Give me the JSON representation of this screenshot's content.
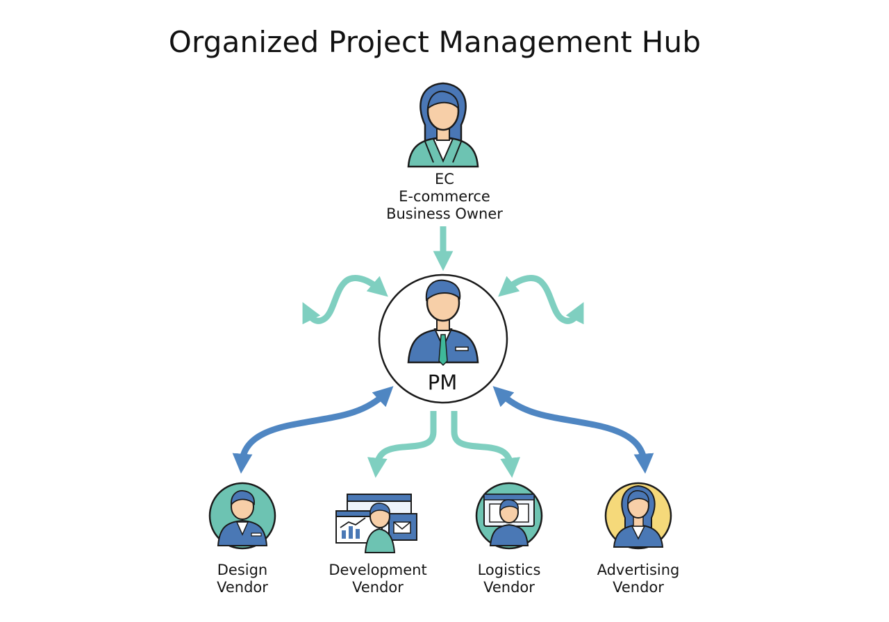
{
  "title": "Organized Project Management Hub",
  "colors": {
    "teal_arrow": "#7fcfc0",
    "blue_arrow": "#4f86c2",
    "suit_blue": "#4a78b5",
    "teal_fill": "#6dc3b2",
    "yellow_fill": "#f5d97a",
    "skin": "#f7cfa8",
    "hair": "#4a77b6",
    "outline": "#1a1a1a"
  },
  "owner": {
    "line1": "EC",
    "line2": "E-commerce",
    "line3": "Business Owner"
  },
  "hub": {
    "label": "PM"
  },
  "vendors": [
    {
      "line1": "Design",
      "line2": "Vendor"
    },
    {
      "line1": "Development",
      "line2": "Vendor"
    },
    {
      "line1": "Logistics",
      "line2": "Vendor"
    },
    {
      "line1": "Advertising",
      "line2": "Vendor"
    }
  ]
}
